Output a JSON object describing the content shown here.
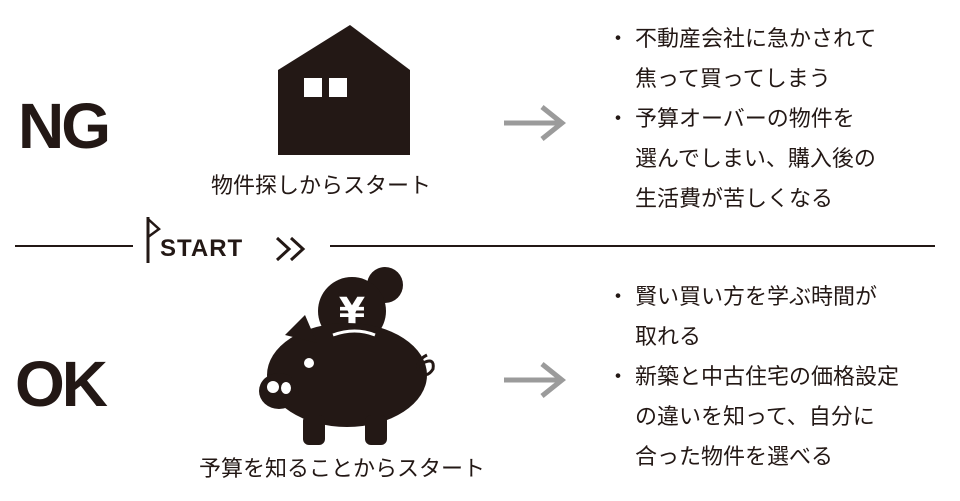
{
  "colors": {
    "ink": "#231815",
    "arrow": "#9b9b9b",
    "background": "#ffffff"
  },
  "ng": {
    "label": "NG",
    "icon": "house-icon",
    "caption": "物件探しからスタート",
    "bullets": [
      "不動産会社に急かされて\n焦って買ってしまう",
      "予算オーバーの物件を\n選んでしまい、購入後の\n生活費が苦しくなる"
    ]
  },
  "divider": {
    "start_label": "START",
    "icon": "flag-icon"
  },
  "ok": {
    "label": "OK",
    "icon": "piggy-bank-icon",
    "coin_symbol": "¥",
    "caption": "予算を知ることからスタート",
    "bullets": [
      "賢い買い方を学ぶ時間が\n取れる",
      "新築と中古住宅の価格設定\nの違いを知って、自分に\n合った物件を選べる"
    ]
  }
}
